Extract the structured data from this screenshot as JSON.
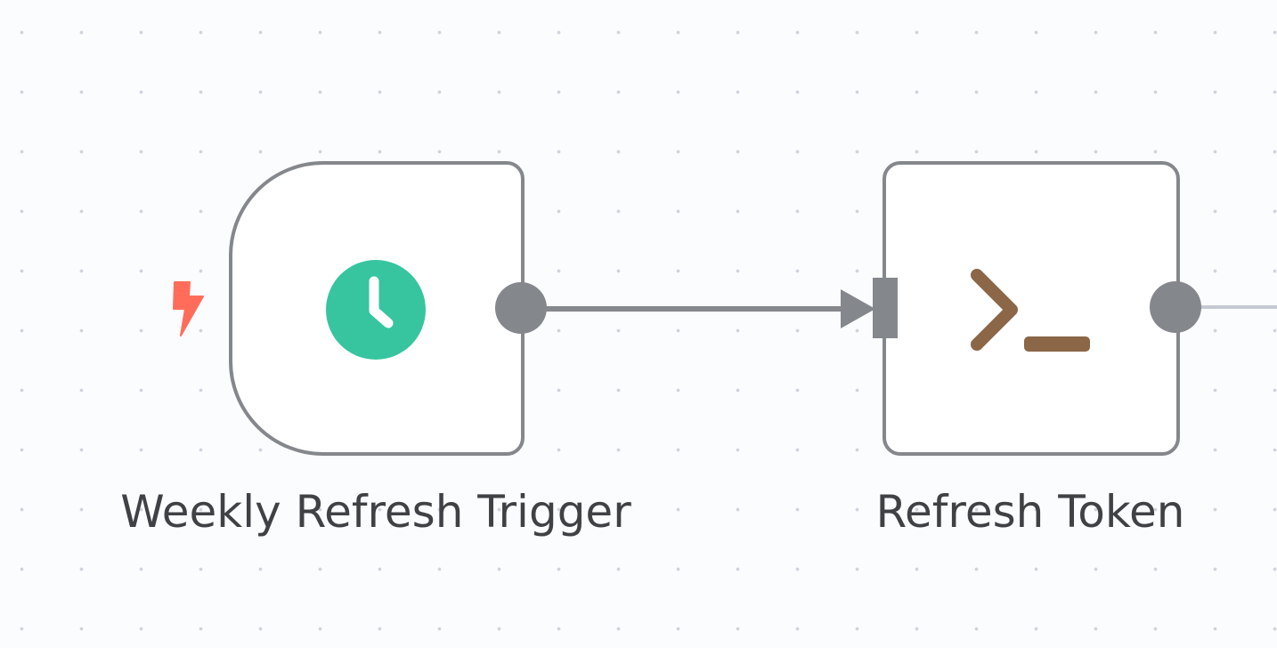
{
  "canvas": {
    "background": "#fbfcfe",
    "grid_dot_color": "#cfd3dc"
  },
  "nodes": [
    {
      "id": "weekly-refresh-trigger",
      "label": "Weekly Refresh Trigger",
      "kind": "schedule-trigger",
      "icon": "clock-icon",
      "icon_color": "#37c5a0",
      "trigger_badge_icon": "lightning-bolt-icon",
      "trigger_badge_color": "#ff6d5a"
    },
    {
      "id": "refresh-token",
      "label": "Refresh Token",
      "kind": "execute-command",
      "icon": "terminal-prompt-icon",
      "icon_color": "#8b6647"
    }
  ],
  "colors": {
    "node_border": "#84878c",
    "connection": "#84878c",
    "outgoing_connection": "#c5c9d2",
    "label_text": "#3f4145"
  }
}
